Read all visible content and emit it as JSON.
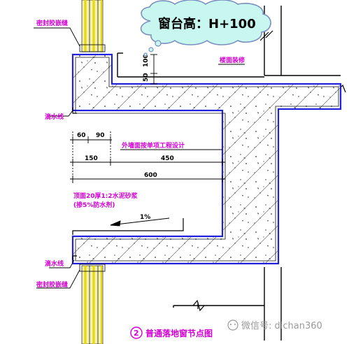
{
  "callout": {
    "text": "窗台高：H+100"
  },
  "labels": {
    "sealant_top": "密封胶嵌缝",
    "drip_upper": "滴水线",
    "drip_lower": "滴水线",
    "sealant_bottom": "密封胶嵌缝",
    "room_floor": "楼面装修",
    "facade_note": "外墙面按单项工程设计",
    "finish_note_line1": "顶面20厚1:2水泥砂浆",
    "finish_note_line2": "(掺5%防水剂)",
    "slope": "1%",
    "title_number": "2",
    "title": "普通落地窗节点图"
  },
  "dimensions": {
    "d100": "100",
    "d50": "50",
    "d60": "60",
    "d90": "90",
    "d150": "150",
    "d450": "450",
    "d600": "600"
  },
  "watermark": {
    "text": "微信号: dichan360"
  },
  "colors": {
    "concrete_outline": "#2222dd",
    "label": "#d400d4",
    "cloud_fill": "#c8f7f0",
    "cloud_stroke": "#7a8fbf",
    "window_frame": "#e6d800"
  }
}
